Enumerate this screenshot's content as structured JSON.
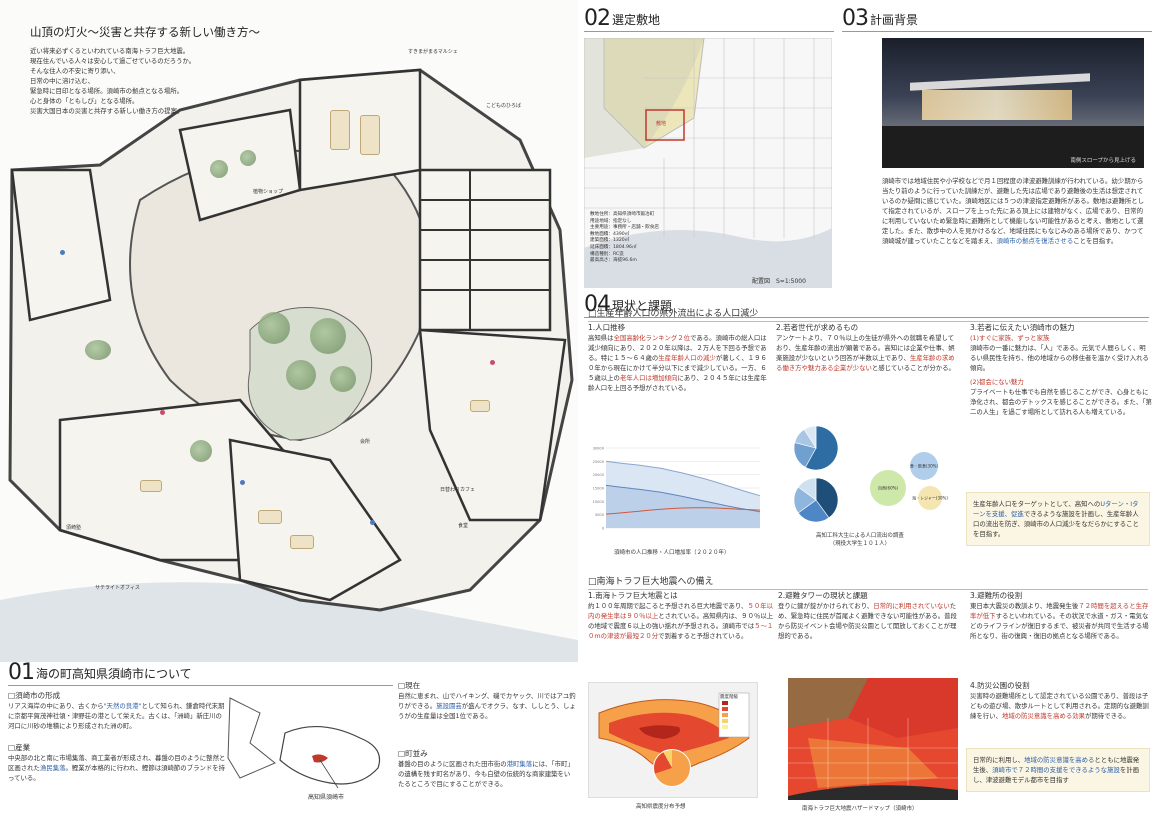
{
  "hero": {
    "title": "山頂の灯火～災害と共存する新しい働き方～",
    "intro": [
      "近い将来必ずくるといわれている南海トラフ巨大地震。",
      "現在住んでいる人々は安心して過ごせているのだろうか。",
      "そんな住人の不安に寄り添い、",
      "日常の中に溶け込む、",
      "緊急時に目印となる場所。須崎市の拠点となる場所。",
      "心と身体の「ともしび」となる場所。",
      "災害大国日本の災害と共存する新しい働き方の提案。"
    ]
  },
  "plan_labels": {
    "sukima": "すきまがまるマルシェ",
    "kodomo": "こどものひろば",
    "shokubutsu": "植物ショップ",
    "kaisho": "会所",
    "hinata": "日替わりカフェ",
    "susaki": "須崎塾",
    "satellite": "サテライトオフィス",
    "shokudo": "食堂"
  },
  "sec01": {
    "num": "01",
    "title": "海の町高知県須崎市について",
    "keisei_h": "□須崎市の形成",
    "keisei": [
      [
        "t",
        "リアス海岸の中にあり、古くから"
      ],
      [
        "b",
        "\"天然の良港\""
      ],
      [
        "t",
        "として知られ、鎌倉時代末期に京都平賀茂神社領・津野荘の港として栄えた。古くは、「洲崎」新庄川の河口に川砂の堆積により形成された洲の町。"
      ]
    ],
    "sangyo_h": "□産業",
    "sangyo": [
      [
        "t",
        "中央部の北と南に市場集落、商工業者が形成され、暮盤の目のように整然と区画された"
      ],
      [
        "b",
        "漁民集落"
      ],
      [
        "t",
        "。鰹業が本格的に行われ、鰹節は須崎節のブランドを持っている。"
      ]
    ],
    "genzai_h": "□現在",
    "genzai": [
      [
        "t",
        "自然に恵まれ、山でハイキング、磯でカヤック、川ではアユ釣りができる。"
      ],
      [
        "b",
        "施設園芸"
      ],
      [
        "t",
        "が盛んでオクラ、なす、ししとう、しょうがの生産量は全国1位である。"
      ]
    ],
    "machinami_h": "□町並み",
    "machinami": [
      [
        "t",
        "碁盤の目のように区画された田市街の"
      ],
      [
        "b",
        "港町集落"
      ],
      [
        "t",
        "には、「市町」の遺構を残す町名があり、今も白壁の伝統的な商家建築をいたるところで目にすることができる。"
      ]
    ],
    "map_label": "高知県須崎市"
  },
  "sec02": {
    "num": "02",
    "title": "選定敷地",
    "site_info": [
      "敷地住所：高知県須崎市鍛冶町",
      "用途地域：指定なし",
      "主要用途：事務所・店舗・飲食店",
      "敷地面積：4390㎡",
      "建築面積：1320㎡",
      "延床面積：1804.96㎡",
      "構造種別：RC造",
      "最高高さ：海抜96.6m"
    ],
    "site_marker": "敷地",
    "scale": "配置図　S=1:5000"
  },
  "sec03": {
    "num": "03",
    "title": "計画背景",
    "photo_caption": "南側スロープから見上げる",
    "body": [
      [
        "t",
        "須崎市では地域住民や小学校などで月１回程度の津波避難訓練が行われている。幼少期から当たり前のように行っていた訓練だが、避難した先は広場であり避難後の生活は想定されているのか疑問に感じていた。須崎地区には５つの津波指定避難所がある。敷地は避難所として指定されているが、スロープを上った先にある頂上には建物がなく、広場であり、日常的に利用していないため緊急時に避難所として機能しない可能性があると考え、敷地として選定した。また、散歩中の人を見かけるなど、地域住民にもなじみのある場所であり、かつて須崎城が建っていたことなどを踏まえ、"
      ],
      [
        "b",
        "須崎市の拠点を復活させる"
      ],
      [
        "t",
        "ことを目指す。"
      ]
    ]
  },
  "sec04": {
    "num": "04",
    "title": "現状と課題",
    "subA": "□生産年齢人口の県外流出による人口減少",
    "c1_h": "1.人口推移",
    "c1": [
      [
        "t",
        "高知県は"
      ],
      [
        "r",
        "全国高齢化ランキング２位"
      ],
      [
        "t",
        "である。須崎市の総人口は減少傾向にあり、２０２０年以降は、２万人を下回る予想である。特に１５～６４歳の"
      ],
      [
        "r",
        "生産年齢人口の減少"
      ],
      [
        "t",
        "が著しく、１９６０年から現在にかけて半分以下にまで減少している。一方、６５歳以上の"
      ],
      [
        "r",
        "老年人口は増加傾向"
      ],
      [
        "t",
        "にあり、２０４５年には生産年齢人口を上回る予想がされている。"
      ]
    ],
    "c2_h": "2.若者世代が求めるもの",
    "c2": [
      [
        "t",
        "アンケートより、７０％以上の生徒が県外への就職を希望しており、生産年齢の流出が顕著である。高知には企業や仕事、娯楽施設が少ないという回答が半数以上であり、"
      ],
      [
        "r",
        "生産年齢の求める働き方や魅力ある企業が少ない"
      ],
      [
        "t",
        "と感じていることが分かる。"
      ]
    ],
    "c3_h": "3.若者に伝えたい須崎市の魅力",
    "c3a_h": "(1)すぐに家族、ずっと家族",
    "c3a": "須崎市の一番に魅力は、「人」である。元気で人間らしく、明るい県民性を持ち、他の地域からの移住者を温かく受け入れる傾向。",
    "c3b_h": "(2)都会にない魅力",
    "c3b": "プライベートも仕事でも自然を感じることができ、心身ともに浄化され、都会のデトックスを感じることができる。また、「第二の人生」を過ごす場所として訪れる人も増えている。",
    "note1": [
      [
        "t",
        "生産年齢人口をターゲットとして、高知への"
      ],
      [
        "b",
        "Uターン・Iターンを支援、促進"
      ],
      [
        "t",
        "できるような施設を計画し、生産年齢人口の流出を防ぎ、須崎市の人口減少をなだらかにすることを目指す。"
      ]
    ],
    "chart1_caption": "須崎市の人口推移・人口増加率（２０２０年）",
    "chart2_caption": "高知工科大生による人口流出の調査\n（現役大学生１０１人）",
    "subB": "□南海トラフ巨大地震への備え",
    "d1_h": "1.南海トラフ巨大地震とは",
    "d1": [
      [
        "t",
        "約１００年周期で起こると予想される巨大地震であり、"
      ],
      [
        "r",
        "５０年以内の発生率は９０％以上"
      ],
      [
        "t",
        "とされている。高知県内は、９０％以上の地域で震度６以上の強い揺れが予想される。須崎市では"
      ],
      [
        "r",
        "５～１０mの津波が最短２０分"
      ],
      [
        "t",
        "で到着すると予想されている。"
      ]
    ],
    "d2_h": "2.避難タワーの現状と課題",
    "d2": [
      [
        "t",
        "登りに鍵が錠がかけられており、"
      ],
      [
        "r",
        "日常的に利用されていない"
      ],
      [
        "t",
        "ため、緊急時に住民が首尾よく避難できない可能性がある。普段から防災イベント会場や防災公園として開放しておくことが理想的である。"
      ]
    ],
    "d3_h": "3.避難所の役割",
    "d3": [
      [
        "t",
        "東日本大震災の教訓より、地震発生後"
      ],
      [
        "r",
        "７２時間を超えると生存率が低下"
      ],
      [
        "t",
        "するといわれている。その状況で水道・ガス・電気などのライフラインが復旧するまで、被災者が共同で生活する場所となり、街の復興・復旧の拠点となる場所である。"
      ]
    ],
    "d4_h": "4.防災公園の役割",
    "d4": [
      [
        "t",
        "災害時の避難場所として認定されている公園であり、普段は子どもの遊び場、散歩ルートとして利用される。定期的な避難訓練を行い、"
      ],
      [
        "r",
        "地域の防災意識を高める効果"
      ],
      [
        "t",
        "が期待できる。"
      ]
    ],
    "note2": [
      [
        "t",
        "日常的に利用し、"
      ],
      [
        "b",
        "地域の防災意識を高める"
      ],
      [
        "t",
        "とともに地震発生後、"
      ],
      [
        "b",
        "須崎市で７２時間の支援をできるような施設"
      ],
      [
        "t",
        "を計画し、津波避難モデル都市を目指す"
      ]
    ],
    "map1_caption": "高知県震度分布予想",
    "map2_caption": "南海トラフ巨大地震ハザードマップ（須崎市）",
    "legend_title": "震度階級"
  },
  "chart_data": [
    {
      "type": "area",
      "title": "須崎市の人口推移・人口増加率（２０２０年）",
      "y_ticks": [
        0,
        5000,
        10000,
        15000,
        20000,
        25000,
        30000
      ],
      "ylim": [
        0,
        30000
      ],
      "series": [
        {
          "values": [
            25000,
            24500,
            24000,
            23600,
            23000,
            22400,
            21500,
            20600,
            19500,
            18400,
            17200,
            15900,
            14600,
            13300,
            12100
          ]
        },
        {
          "values": [
            16000,
            15500,
            15000,
            14500,
            14000,
            13400,
            12600,
            11800,
            10900,
            10000,
            9200,
            8300,
            7500,
            6800,
            6100
          ]
        },
        {
          "values": [
            5200,
            5500,
            5900,
            6300,
            6700,
            7000,
            7300,
            7500,
            7600,
            7600,
            7500,
            7300,
            7100,
            6900,
            6700
          ]
        }
      ]
    },
    {
      "type": "pie",
      "values": [
        58,
        21,
        12,
        9
      ],
      "colors": [
        "#2e6da4",
        "#6fa0cf",
        "#a9c6e4",
        "#dbe7f3"
      ]
    },
    {
      "type": "pie",
      "values": [
        40,
        25,
        20,
        15
      ],
      "colors": [
        "#1f4e79",
        "#4f86c6",
        "#8fb6dd",
        "#cfe0f0"
      ]
    },
    {
      "type": "bubble",
      "labels": [
        "自然(60%)",
        "食・飲食(30%)",
        "海・レジャー(30%)"
      ],
      "values": [
        60,
        30,
        30
      ],
      "colors": [
        "#c8e6a0",
        "#a7c9e9",
        "#f4e2a8"
      ]
    }
  ],
  "colors": {
    "accent_red": "#c0392b",
    "accent_blue": "#2c5fa8",
    "note_bg": "#fbf6e3",
    "plan_floor": "#efede7",
    "wall": "#333333"
  }
}
